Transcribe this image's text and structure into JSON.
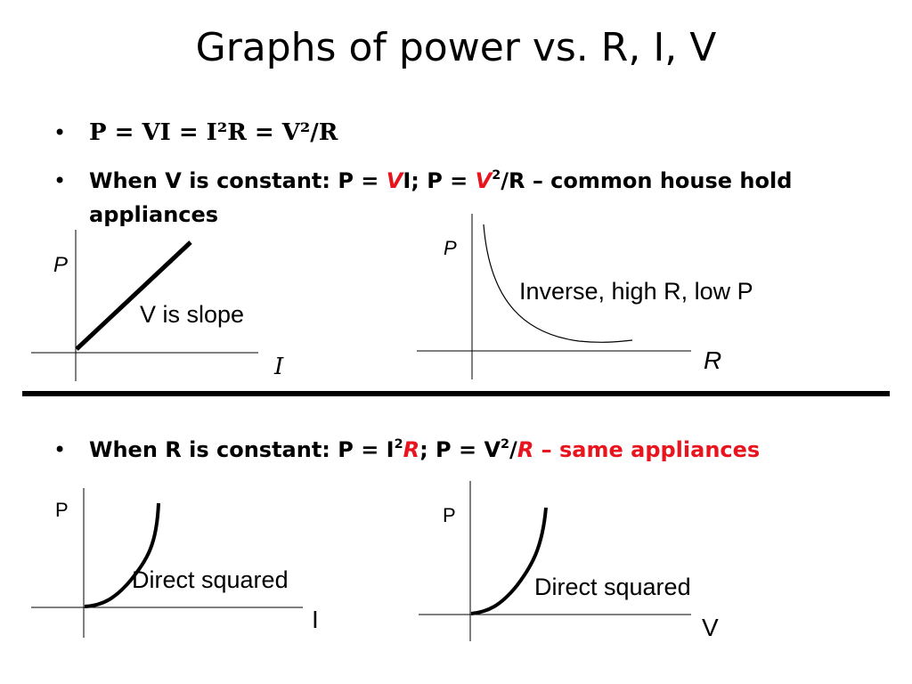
{
  "title": "Graphs of power vs. R, I, V",
  "bullets": {
    "b1": {
      "equation": "P = VI = I²R = V²/R"
    },
    "b2": {
      "prefix": "When V is constant: P = ",
      "v1": "V",
      "mid1": "I; P = ",
      "v2": "V",
      "sup2": "2",
      "rest": "/R – common house hold",
      "line2": "appliances"
    },
    "b3": {
      "prefix": "When R is constant: P = I",
      "sup1": "2",
      "r1": "R",
      "mid": "; P = V",
      "sup2": "2",
      "slash": "/",
      "r2": "R",
      "rest": " – same appliances"
    }
  },
  "graphs": {
    "g1": {
      "ylabel": "P",
      "xlabel": "I",
      "annotation": "V is slope"
    },
    "g2": {
      "ylabel": "P",
      "xlabel": "R",
      "annotation": "Inverse, high R, low P"
    },
    "g3": {
      "ylabel": "P",
      "xlabel": "I",
      "annotation": "Direct squared"
    },
    "g4": {
      "ylabel": "P",
      "xlabel": "V",
      "annotation": "Direct squared"
    }
  },
  "colors": {
    "accent": "#e8141e",
    "text": "#000000"
  }
}
